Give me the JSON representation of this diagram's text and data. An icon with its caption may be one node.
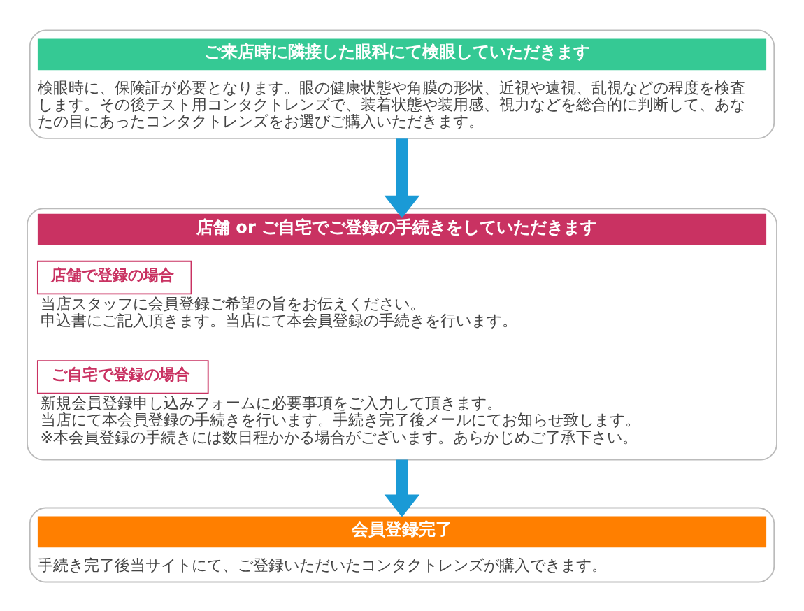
{
  "diagram": {
    "nodes": [
      {
        "text": [
          "ご来店時に隣接した眼科にて検眼していただきます",
          "検眼時に、保険証が必要となります。眼の健康状態や角膜の形状、近視や遠視、乱視などの程度を検査します。その後テスト用コンタクトレンズで、装着状態や装用感、視力などを総合的に判断して、あなたの目にあったコンタクトレンズをお選びご購入いただきます。"
        ]
      },
      {
        "text": [
          "店舗 or ご自宅でご登録の手続きをしていただきます"
        ]
      },
      {
        "text": [
          "店舗で登録の場合"
        ],
        "in": 1,
        "beside": [
          "当店スタッフに会員登録ご希望の旨をお伝えください。",
          "申込書にご記入頂きます。当店にて本会員登録の手続きを行います。"
        ]
      },
      {
        "text": [
          "ご自宅で登録の場合"
        ],
        "in": 1,
        "beside": [
          "新規会員登録申し込みフォームに必要事項をご入力して頂きます。",
          "当店にて本会員登録の手続きを行います。手続き完了後メールにてお知らせ致します。",
          "※本会員登録の手続きには数日程かかる場合がございます。あらかじめご了承下さい。"
        ]
      },
      {
        "text": [
          "会員登録完了",
          "手続き完了後当サイトにて、ご登録いただいたコンタクトレンズが購入できます。"
        ]
      }
    ],
    "edges": [
      {
        "from": 0,
        "to": 1,
        "arrow": "to"
      },
      {
        "from": 1,
        "to": 4,
        "arrow": "to"
      }
    ]
  }
}
